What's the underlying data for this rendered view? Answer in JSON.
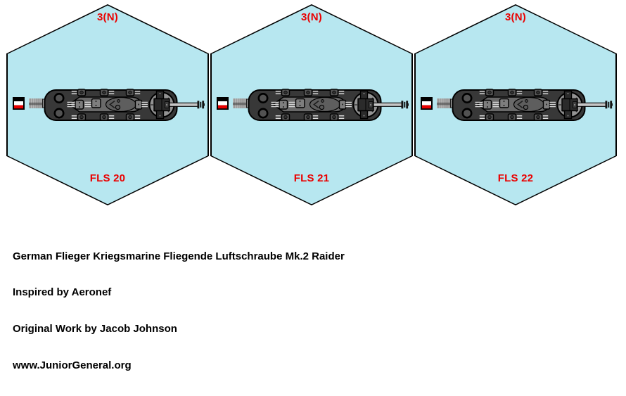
{
  "counters": {
    "hex_fill_color": "#b7e7f0",
    "label_color": "#ea0000",
    "units": [
      {
        "top_label": "3(N)",
        "id": "FLS 20"
      },
      {
        "top_label": "3(N)",
        "id": "FLS 21"
      },
      {
        "top_label": "3(N)",
        "id": "FLS 22"
      }
    ]
  },
  "ship_art": {
    "flag_colors": [
      "#000000",
      "#ffffff",
      "#e80000"
    ],
    "hull_color": "#383838"
  },
  "footer": {
    "lines": [
      "German Flieger Kriegsmarine Fliegende Luftschraube Mk.2 Raider",
      "Inspired by Aeronef",
      "Original Work by Jacob Johnson",
      "www.JuniorGeneral.org"
    ]
  }
}
